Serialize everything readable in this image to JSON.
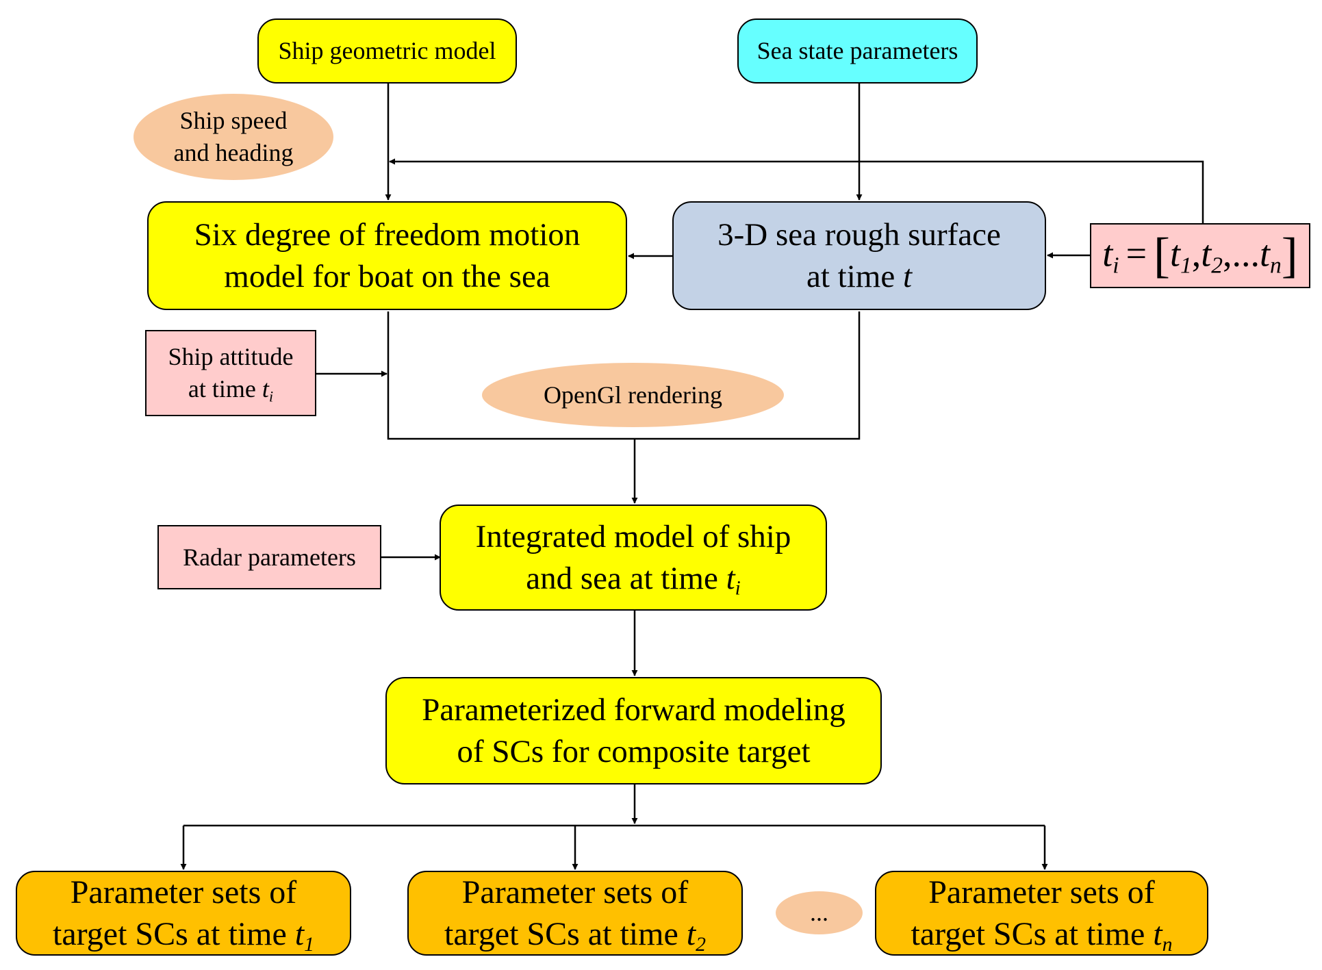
{
  "nodes": {
    "ship_geometric_model": "Ship geometric model",
    "sea_state_parameters": "Sea state parameters",
    "ship_speed_heading": [
      "Ship speed",
      "and heading"
    ],
    "six_dof_model": [
      "Six degree of freedom motion",
      "model for boat on the sea"
    ],
    "sea_surface": {
      "line1": "3-D sea rough surface",
      "line2_text": "at time ",
      "line2_var": "t"
    },
    "time_vector": {
      "lhs_var": "t",
      "lhs_sub": "i",
      "t1_sub": "1",
      "t2_sub": "2",
      "ellipsis": "...",
      "tn_sub": "n"
    },
    "ship_attitude": {
      "line1": "Ship attitude",
      "line2_text": "at time ",
      "var": "t",
      "sub": "i"
    },
    "opengl_rendering": "OpenGl rendering",
    "radar_parameters": "Radar parameters",
    "integrated_model": {
      "line1": "Integrated model of ship",
      "line2_text": "and sea at time ",
      "var": "t",
      "sub": "i"
    },
    "forward_modeling": [
      "Parameterized forward modeling",
      "of SCs for composite target"
    ],
    "outputs": [
      {
        "line1": "Parameter sets of",
        "line2_text": "target SCs at time ",
        "var": "t",
        "sub": "1"
      },
      {
        "line1": "Parameter sets of",
        "line2_text": "target SCs at time ",
        "var": "t",
        "sub": "2"
      },
      {
        "line1": "Parameter sets of",
        "line2_text": "target SCs at time ",
        "var": "t",
        "sub": "n"
      }
    ],
    "ellipsis": "..."
  },
  "colors": {
    "yellow": "#ffff00",
    "cyan": "#66ffff",
    "steel_blue": "#c3d2e6",
    "pink": "#ffcccc",
    "orange": "#ffc000",
    "peach": "#f8c89e"
  }
}
